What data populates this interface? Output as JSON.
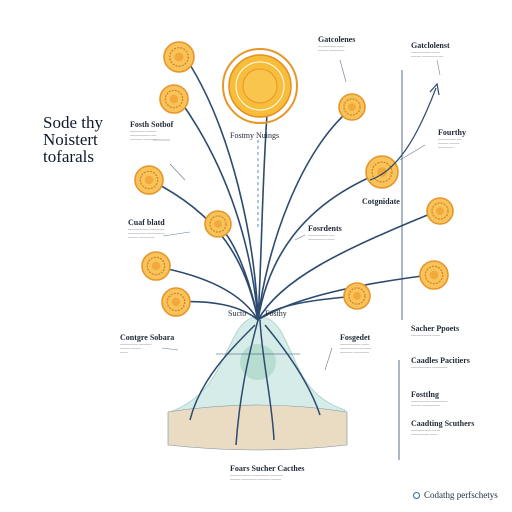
{
  "title": {
    "line1": "Sode thy",
    "line2": "Noistert",
    "line3": "tofarals"
  },
  "labels": {
    "top_left": "Fosth Sotbof",
    "center_mid": "Fostmy Nuings",
    "top_center": "Gatcolenes",
    "top_right": "Gatclolenst",
    "right_mid": "Fourthy",
    "right_center": "Cotgnidate",
    "left_mid": "Cuaf blatd",
    "center_fork": "Fosrdents",
    "trunk_left": "Sucto",
    "trunk_right": "Fosthy",
    "bottom_left": "Contgre Sobara",
    "bottom_mid": "Fosgedet",
    "right_low1": "Sacher Ppoets",
    "right_low2": "Caadles Pacitiers",
    "right_low3": "Fosttlng",
    "right_low4": "Caadting Scuthers",
    "bottom_center": "Foars Sucher Cacthes"
  },
  "footer": {
    "text": "Codathg perfschetys"
  },
  "colors": {
    "stem": "#2d4b6e",
    "flower_fill": "#f7c35a",
    "flower_ring": "#e7962a",
    "sun_fill": "#f8bd3a",
    "dome_fill": "#bfe3dd",
    "ground": "#e9dcc3"
  }
}
